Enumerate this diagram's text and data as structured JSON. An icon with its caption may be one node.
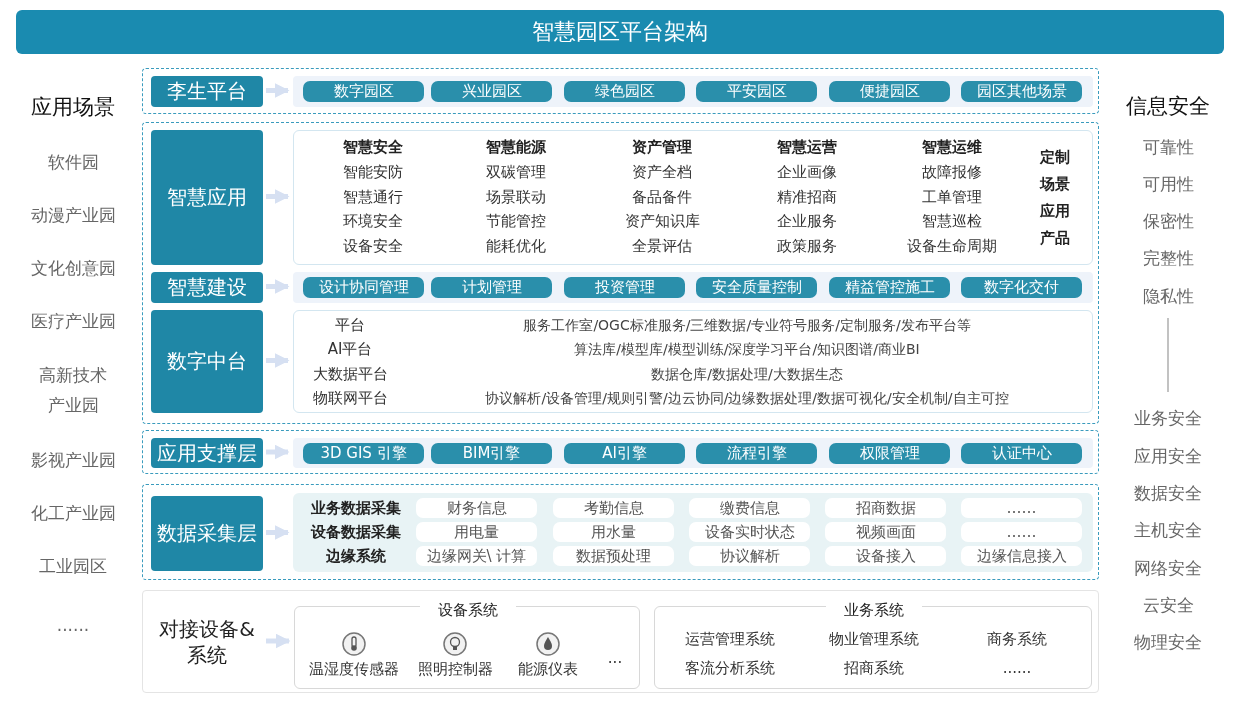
{
  "diagram": {
    "title": "智慧园区平台架构",
    "nodes": [
      {
        "text": [],
        "shape": "box"
      },
      {
        "text": [
          "李生平台"
        ],
        "in": 0
      },
      {
        "text": [],
        "shape": "box",
        "in": 0
      },
      {
        "text": [
          "数字园区"
        ],
        "in": 2
      },
      {
        "text": [
          "兴业园区"
        ],
        "in": 2
      },
      {
        "text": [
          "绿色园区"
        ],
        "in": 2
      },
      {
        "text": [
          "平安园区"
        ],
        "in": 2
      },
      {
        "text": [
          "便捷园区"
        ],
        "in": 2
      },
      {
        "text": [
          "园区其他场景"
        ],
        "in": 2
      },
      {
        "text": [],
        "shape": "box"
      },
      {
        "text": [
          "智慧应用"
        ],
        "in": 9
      },
      {
        "text": [
          "智慧安全",
          "智能安防",
          "智慧通行",
          "环境安全",
          "设备安全",
          "智慧能源",
          "双碳管理",
          "场景联动",
          "节能管控",
          "能耗优化",
          "资产管理",
          "资产全档",
          "备品备件",
          "资产知识库",
          "全景评估",
          "智慧运营",
          "企业画像",
          "精准招商",
          "企业服务",
          "政策服务",
          "智慧运维",
          "故障报修",
          "工单管理",
          "智慧巡检",
          "设备生命周期",
          "定制场景应用产品"
        ],
        "in": 9
      },
      {
        "text": [
          "智慧建设"
        ],
        "in": 9
      },
      {
        "text": [],
        "shape": "box",
        "in": 9
      },
      {
        "text": [
          "设计协同管理"
        ],
        "in": 13
      },
      {
        "text": [
          "计划管理"
        ],
        "in": 13
      },
      {
        "text": [
          "投资管理"
        ],
        "in": 13
      },
      {
        "text": [
          "安全质量控制"
        ],
        "in": 13
      },
      {
        "text": [
          "精益管控施工"
        ],
        "in": 13
      },
      {
        "text": [
          "数字化交付"
        ],
        "in": 13
      },
      {
        "text": [
          "数字中台"
        ],
        "in": 9
      },
      {
        "text": [
          "平台",
          "服务工作室/OGC标准服务/三维数据/专业符号服务/定制服务/发布平台等",
          "AI平台",
          "算法库/模型库/模型训练/深度学习平台/知识图谱/商业BI",
          "大数据平台",
          "数据仓库/数据处理/大数据生态",
          "物联网平台",
          "协议解析/设备管理/规则引警/边云协同/边缘数据处理/数据可视化/安全机制/自主可控"
        ],
        "in": 9
      },
      {
        "text": [],
        "shape": "box"
      },
      {
        "text": [
          "应用支撑层"
        ],
        "in": 22
      },
      {
        "text": [],
        "shape": "box",
        "in": 22
      },
      {
        "text": [
          "3D GIS 引擎"
        ],
        "in": 24
      },
      {
        "text": [
          "BIM引擎"
        ],
        "in": 24
      },
      {
        "text": [
          "AI引擎"
        ],
        "in": 24
      },
      {
        "text": [
          "流程引擎"
        ],
        "in": 24
      },
      {
        "text": [
          "权限管理"
        ],
        "in": 24
      },
      {
        "text": [
          "认证中心"
        ],
        "in": 24
      },
      {
        "text": [],
        "shape": "box"
      },
      {
        "text": [
          "数据采集层"
        ],
        "in": 31
      },
      {
        "text": [
          "业务数据采集",
          "设备数据采集",
          "边缘系统"
        ],
        "in": 31
      },
      {
        "text": [
          "财务信息"
        ],
        "in": 33
      },
      {
        "text": [
          "考勤信息"
        ],
        "in": 33
      },
      {
        "text": [
          "缴费信息"
        ],
        "in": 33
      },
      {
        "text": [
          "招商数据"
        ],
        "in": 33
      },
      {
        "text": [
          "……"
        ],
        "in": 33
      },
      {
        "text": [
          "用电量"
        ],
        "in": 33
      },
      {
        "text": [
          "用水量"
        ],
        "in": 33
      },
      {
        "text": [
          "设备实时状态"
        ],
        "in": 33
      },
      {
        "text": [
          "视频画面"
        ],
        "in": 33
      },
      {
        "text": [
          "……"
        ],
        "in": 33
      },
      {
        "text": [
          "边缘网关\\ 计算"
        ],
        "in": 33
      },
      {
        "text": [
          "数据预处理"
        ],
        "in": 33
      },
      {
        "text": [
          "协议解析"
        ],
        "in": 33
      },
      {
        "text": [
          "设备接入"
        ],
        "in": 33
      },
      {
        "text": [
          "边缘信息接入"
        ],
        "in": 33
      },
      {
        "text": [],
        "shape": "box"
      },
      {
        "text": [
          "对接设备&系统"
        ],
        "in": 49
      },
      {
        "text": [
          "设备系统",
          "温湿度传感器",
          "照明控制器",
          "能源仪表",
          "..."
        ],
        "in": 49
      },
      {
        "text": [
          "业务系统",
          "运营管理系统",
          "物业管理系统",
          "商务系统",
          "客流分析系统",
          "招商系统",
          "......"
        ],
        "in": 49
      }
    ],
    "edges": [
      {
        "from": 1,
        "to": 2,
        "arrow": "to"
      },
      {
        "from": 10,
        "to": 11,
        "arrow": "to"
      },
      {
        "from": 12,
        "to": 13,
        "arrow": "to"
      },
      {
        "from": 20,
        "to": 21,
        "arrow": "to"
      },
      {
        "from": 23,
        "to": 24,
        "arrow": "to"
      },
      {
        "from": 32,
        "to": 33,
        "arrow": "to"
      },
      {
        "from": 50,
        "to": 51,
        "arrow": "to"
      }
    ],
    "labels": [
      "应用场景",
      "软件园",
      "动漫产业园",
      "文化创意园",
      "医疗产业园",
      "高新技术产业园",
      "影视产业园",
      "化工产业园",
      "工业园区",
      "......",
      "信息安全",
      "可靠性",
      "可用性",
      "保密性",
      "完整性",
      "隐私性",
      "业务安全",
      "应用安全",
      "数据安全",
      "主机安全",
      "网络安全",
      "云安全",
      "物理安全"
    ]
  }
}
